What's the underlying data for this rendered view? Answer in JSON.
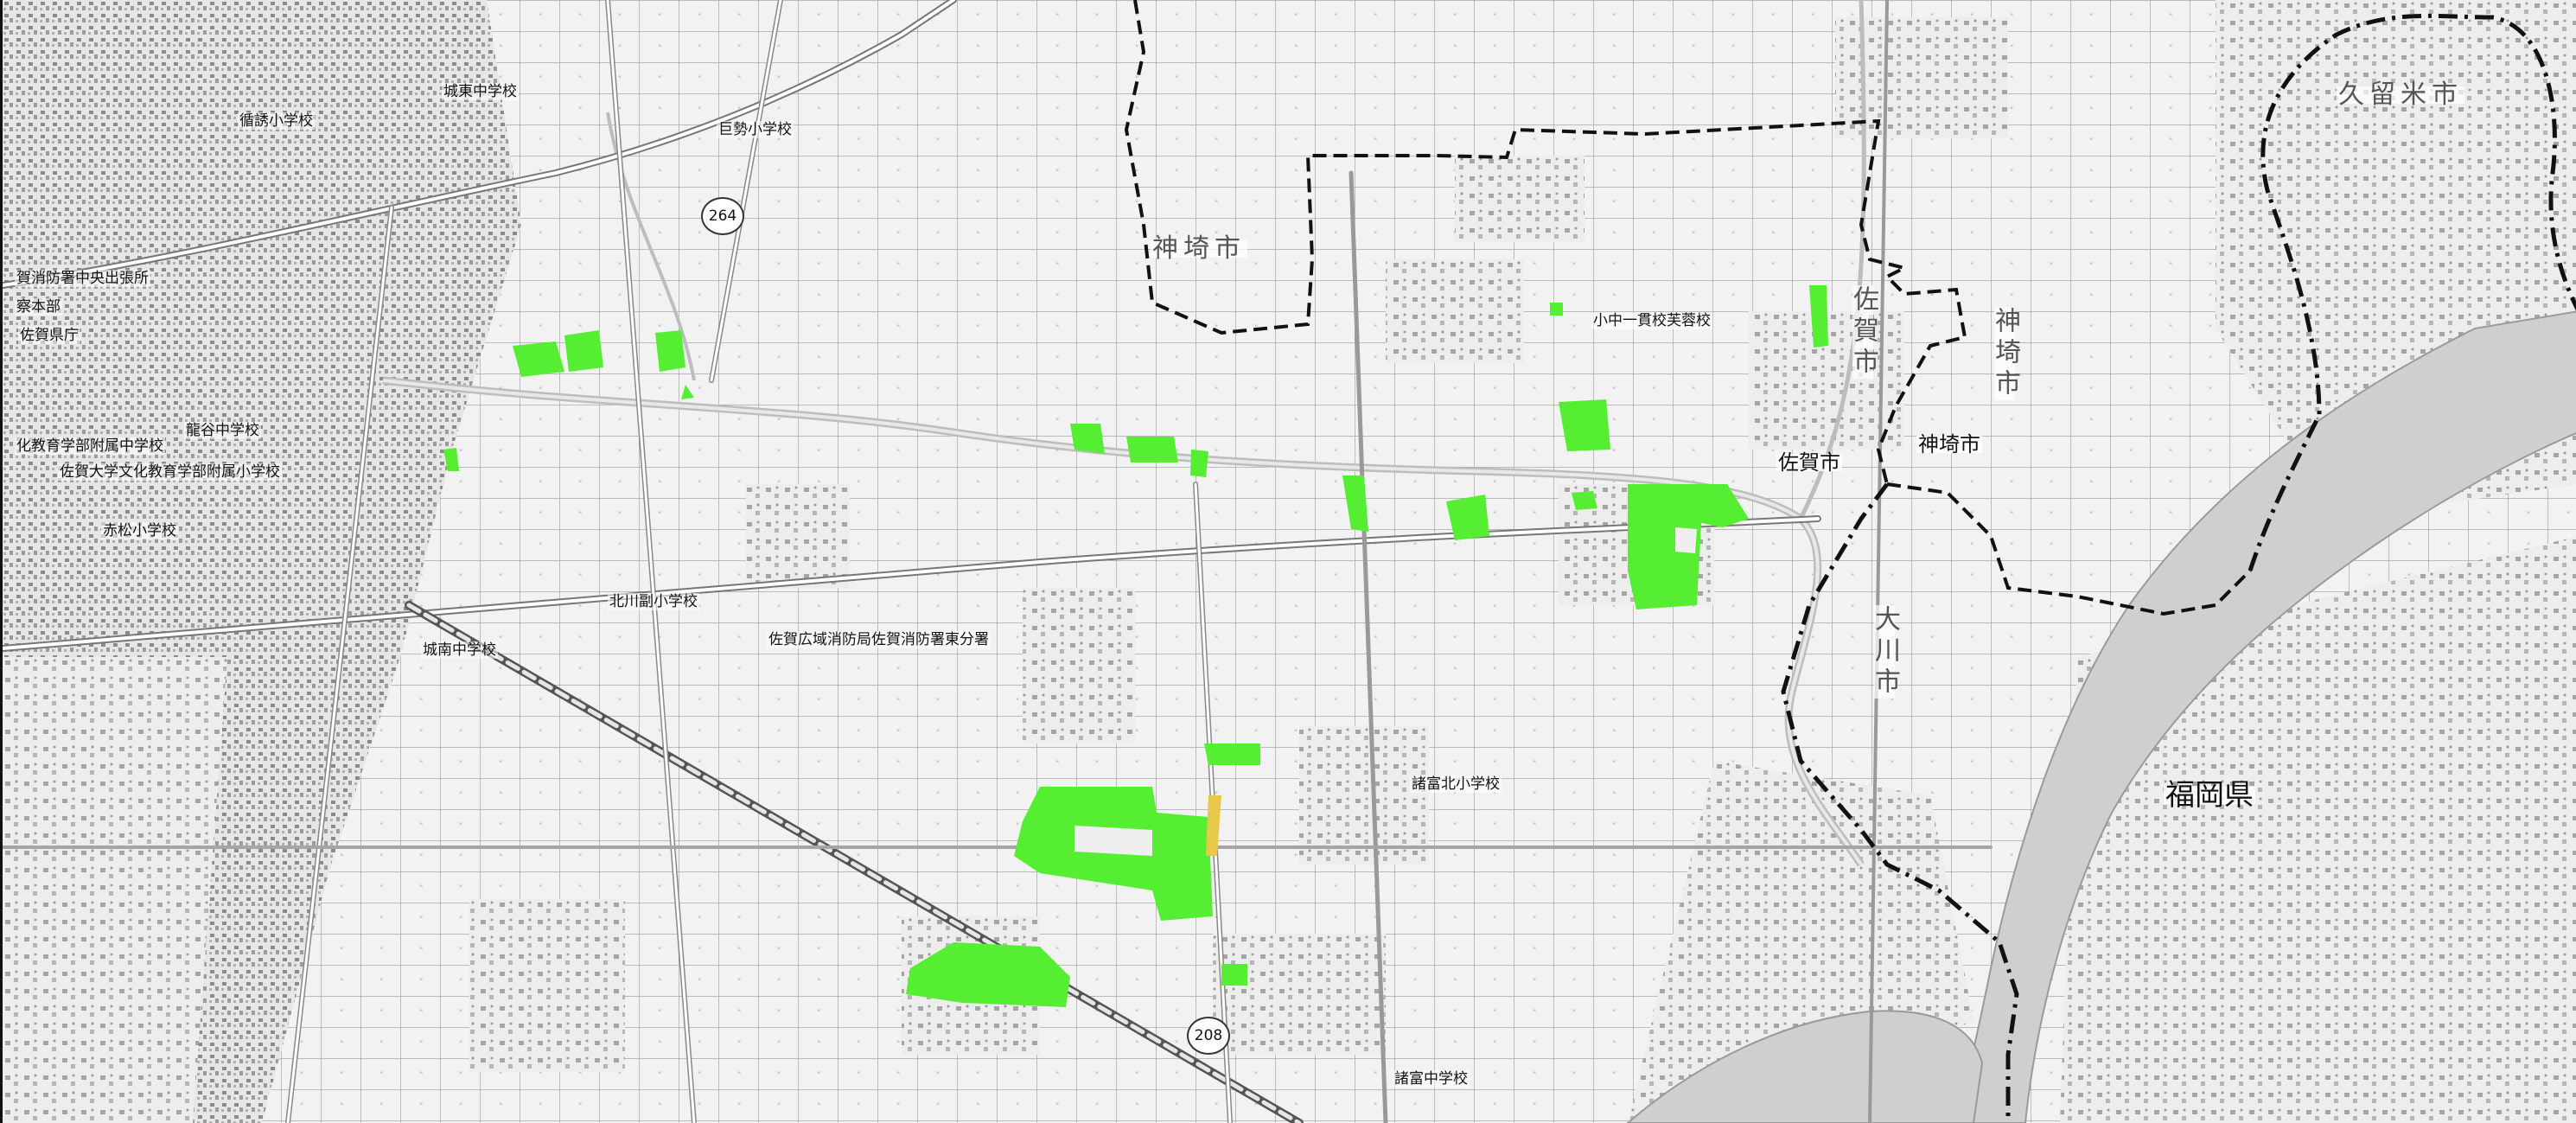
{
  "labels": {
    "kanzaki_city_big_top": "神埼市",
    "saga_city_vertical": "佐賀市",
    "kanzaki_city_vertical": "神埼市",
    "kanzaki_city_small": "神埼市",
    "saga_city_small": "佐賀市",
    "kurume_city": "久留米市",
    "okawa_city": "大川市",
    "fukuoka_pref": "福岡県",
    "school_junshi": "循誘小学校",
    "school_joto_jh": "城東中学校",
    "school_kose": "巨勢小学校",
    "fire_central": "賀消防署中央出張所",
    "police_hq": "察本部",
    "saga_pref_office": "佐賀県庁",
    "school_ryukoku": "龍谷中学校",
    "school_uni_jh": "化教育学部附属中学校",
    "school_uni_es": "佐賀大学文化教育学部附属小学校",
    "school_akamatsu": "赤松小学校",
    "school_kitakawazoe": "北川副小学校",
    "fire_east": "佐賀広域消防局佐賀消防署東分署",
    "school_jonan": "城南中学校",
    "school_morodomi_kita": "諸富北小学校",
    "school_morodomi_jh": "諸富中学校",
    "school_fuyo": "小中一貫校芙蓉校"
  },
  "route_shields": {
    "r264": "264",
    "r208": "208"
  },
  "colors": {
    "background": "#efefef",
    "highlight": "#55ee33",
    "river": "#cfcfcf",
    "road": "#ffffff",
    "boundary": "#111111"
  }
}
